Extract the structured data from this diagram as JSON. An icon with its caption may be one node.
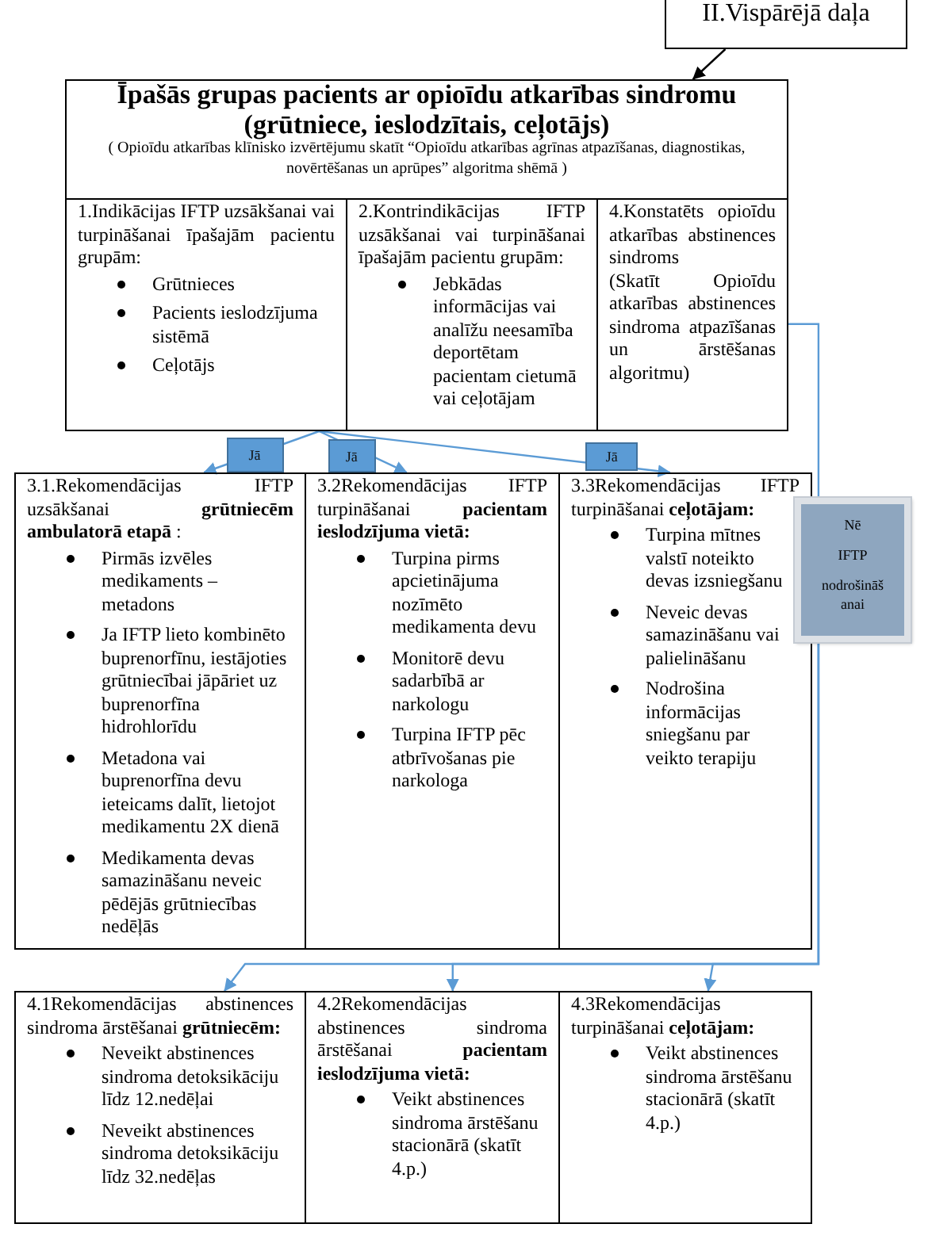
{
  "diagram": {
    "nodes": [
      {
        "text": [
          "II.Vispārējā daļa"
        ]
      },
      {
        "text": [
          "Īpašās grupas pacients ar opioīdu atkarības sindromu (grūtniece, ieslodzītais, ceļotājs)",
          "( Opioīdu atkarības klīnisko izvērtējumu skatīt “Opioīdu atkarības agrīnas atpazīšanas, diagnostikas, novērtēšanas un aprūpes” algoritma shēmā )"
        ]
      },
      {
        "text": [
          "1.Indikācijas IFTP uzsākšanai vai turpināšanai īpašajām pacientu grupām:",
          "Grūtnieces",
          "Pacients ieslodzījuma sistēmā",
          "Ceļotājs"
        ],
        "in": 1
      },
      {
        "text": [
          "2.Kontrindikācijas IFTP uzsākšanai vai turpināšanai īpašajām pacientu grupām:",
          "Jebkādas informācijas vai analīžu neesamība deportētam pacientam cietumā vai ceļotājam"
        ],
        "in": 1
      },
      {
        "text": [
          "4.Konstatēts opioīdu atkarības abstinences sindroms",
          "(Skatīt Opioīdu atkarības abstinences sindroma atpazīšanas un ārstēšanas algoritmu)"
        ],
        "in": 1
      },
      {
        "text": [
          "3.1.Rekomendācijas IFTP uzsākšanai **grūtniecēm ambulatorā etapā** :",
          "Pirmās izvēles medikaments – metadons",
          "Ja IFTP lieto kombinēto buprenorfīnu, iestājoties grūtniecībai jāpāriet uz buprenorfīna hidrohlorīdu",
          "Metadona vai buprenorfīna devu ieteicams dalīt, lietojot medikamentu 2X dienā",
          "Medikamenta devas samazināšanu neveic pēdējās grūtniecības nedēļās"
        ]
      },
      {
        "text": [
          "3.2Rekomendācijas IFTP turpināšanai **pacientam ieslodzījuma vietā:**",
          "Turpina pirms apcietinājuma nozīmēto medikamenta devu",
          "Monitorē devu sadarbībā ar narkologu",
          "Turpina IFTP pēc atbrīvošanas pie narkologa"
        ]
      },
      {
        "text": [
          "3.3Rekomendācijas IFTP turpināšanai **ceļotājam:**",
          "Turpina mītnes valstī noteikto devas izsniegšanu",
          "Neveic devas samazināšanu vai palielināšanu",
          "Nodrošina informācijas sniegšanu par veikto terapiju"
        ]
      },
      {
        "text": [
          "Nē",
          "IFTP",
          "nodrošināšanai"
        ]
      },
      {
        "text": [
          "4.1Rekomendācijas abstinences sindroma ārstēšanai **grūtniecēm:**",
          "Neveikt abstinences sindroma detoksikāciju līdz 12.nedēļai",
          "Neveikt abstinences sindroma detoksikāciju līdz 32.nedēļas"
        ]
      },
      {
        "text": [
          "4.2Rekomendācijas abstinences sindroma ārstēšanai **pacientam ieslodzījuma vietā:**",
          "Veikt abstinences sindroma ārstēšanu stacionārā (skatīt 4.p.)"
        ]
      },
      {
        "text": [
          "4.3Rekomendācijas turpināšanai **ceļotājam:**",
          "Veikt abstinences sindroma ārstēšanu stacionārā (skatīt 4.p.)"
        ]
      }
    ],
    "edges": [
      {
        "from": 0,
        "to": 1,
        "arrow": "to",
        "color": "#000000"
      },
      {
        "from": 2,
        "to": 5,
        "arrow": "to",
        "label": "Jā"
      },
      {
        "from": 2,
        "to": 6,
        "arrow": "to",
        "label": "Jā"
      },
      {
        "from": 2,
        "to": 7,
        "arrow": "to",
        "label": "Jā"
      },
      {
        "from": 4,
        "to": 8,
        "arrow": "none"
      },
      {
        "from": 8,
        "to": 9,
        "arrow": "to"
      },
      {
        "from": 8,
        "to": 10,
        "arrow": "to"
      },
      {
        "from": 8,
        "to": 11,
        "arrow": "to"
      }
    ]
  }
}
